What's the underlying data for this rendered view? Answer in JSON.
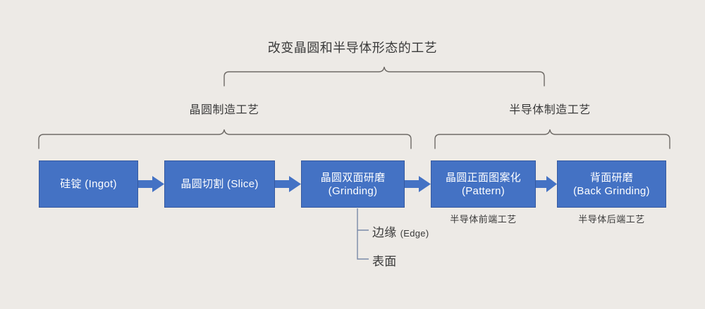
{
  "diagram": {
    "title": "改变晶圆和半导体形态的工艺",
    "groups": [
      {
        "label": "晶圆制造工艺"
      },
      {
        "label": "半导体制造工艺"
      }
    ],
    "nodes": [
      {
        "line1": "硅锭 (Ingot)",
        "line2": ""
      },
      {
        "line1": "晶圆切割 (Slice)",
        "line2": ""
      },
      {
        "line1": "晶圆双面研磨",
        "line2": "(Grinding)"
      },
      {
        "line1": "晶圆正面图案化",
        "line2": "(Pattern)"
      },
      {
        "line1": "背面研磨",
        "line2": "(Back Grinding)"
      }
    ],
    "captions": [
      {
        "text": "半导体前端工艺"
      },
      {
        "text": "半导体后端工艺"
      }
    ],
    "branches": [
      {
        "zh": "边缘 ",
        "en": "(Edge)"
      },
      {
        "zh": "表面",
        "en": ""
      }
    ],
    "colors": {
      "background": "#EDEAE6",
      "node_fill": "#4472C4",
      "node_border": "#35599F",
      "node_text": "#FFFFFF",
      "brace": "#6E6A66",
      "branch_line": "#7A89A8",
      "text": "#3A3A3A"
    }
  }
}
